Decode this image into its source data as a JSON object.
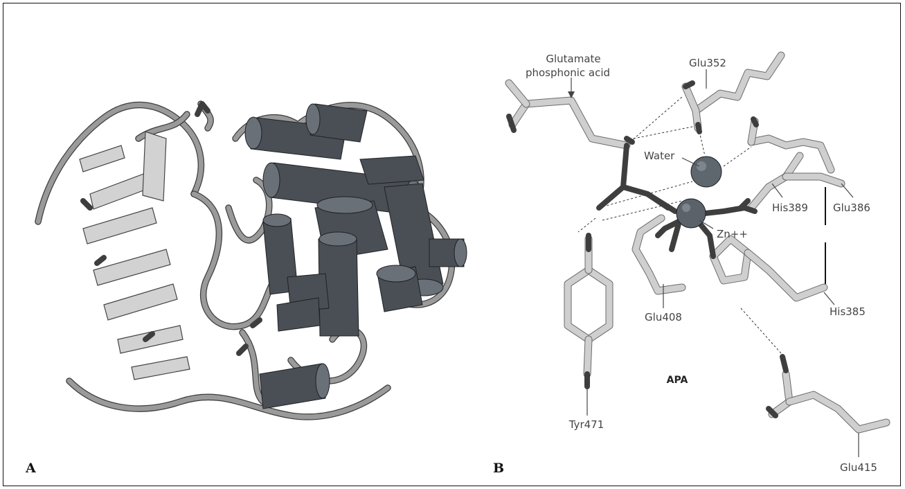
{
  "panels": [
    {
      "letter": "A"
    },
    {
      "letter": "B"
    }
  ],
  "labels": {
    "ligand_line1": "Glutamate",
    "ligand_line2": "phosphonic acid",
    "glu352": "Glu352",
    "water": "Water",
    "his389": "His389",
    "glu386": "Glu386",
    "zn": "Zn++",
    "his385": "His385",
    "glu408": "Glu408",
    "apa": "APA",
    "tyr471": "Tyr471",
    "glu415": "Glu415"
  },
  "colors": {
    "helix": "#4a4f55",
    "loop": "#9a9a9a",
    "sheet": "#d2d2d2",
    "residue_stick": "#cfcfcf",
    "ligand_stick": "#3e3e3e"
  }
}
